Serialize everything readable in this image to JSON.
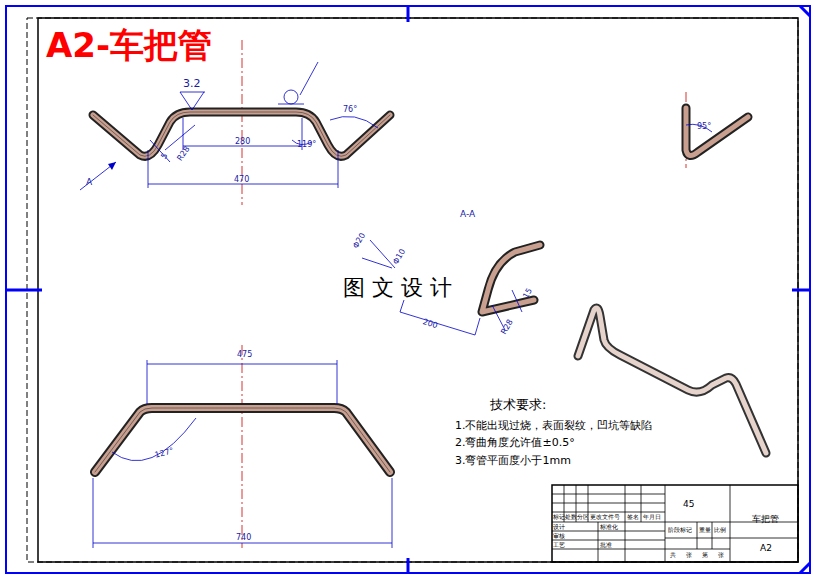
{
  "diagram": {
    "title": "A2-车把管",
    "labels": [
      "3.2",
      "R28",
      "5",
      "280",
      "470",
      "76°",
      "119°",
      "A",
      "95°",
      "A-A",
      "Φ20",
      "Φ10",
      "200",
      "15",
      "R28",
      "图 文 设 计",
      "475",
      "127°",
      "740",
      "技术要求:",
      "1.不能出现过烧，表面裂纹，凹坑等缺陷",
      "2.弯曲角度允许值±0.5°",
      "3.弯管平面度小于1mm",
      "45",
      "车把管",
      "A2",
      "标记",
      "处数",
      "分区",
      "更改文件号",
      "签名",
      "年月日",
      "设计",
      "标准化",
      "阶段标记",
      "重量",
      "比例",
      "审核",
      "工艺",
      "批准",
      "共",
      "张",
      "第",
      "张"
    ]
  }
}
